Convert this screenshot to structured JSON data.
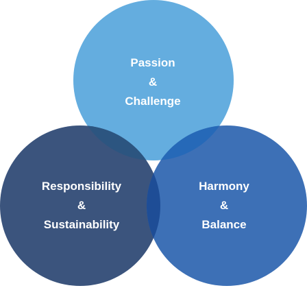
{
  "diagram": {
    "type": "venn",
    "circles": [
      {
        "id": "passion",
        "lines": [
          "Passion",
          "&",
          "Challenge"
        ],
        "color": "#64ADDF"
      },
      {
        "id": "responsibility",
        "lines": [
          "Responsibility",
          "&",
          "Sustainability"
        ],
        "color": "#3B547D"
      },
      {
        "id": "harmony",
        "lines": [
          "Harmony",
          "&",
          "Balance"
        ],
        "color": "#3D70B6"
      }
    ],
    "overlap_colors": {
      "top_left": "#2C5580",
      "top_right": "#2669B8",
      "bottom": "#1E4D96",
      "center": "#1B3F70"
    },
    "text_color": "#FFFFFF"
  }
}
